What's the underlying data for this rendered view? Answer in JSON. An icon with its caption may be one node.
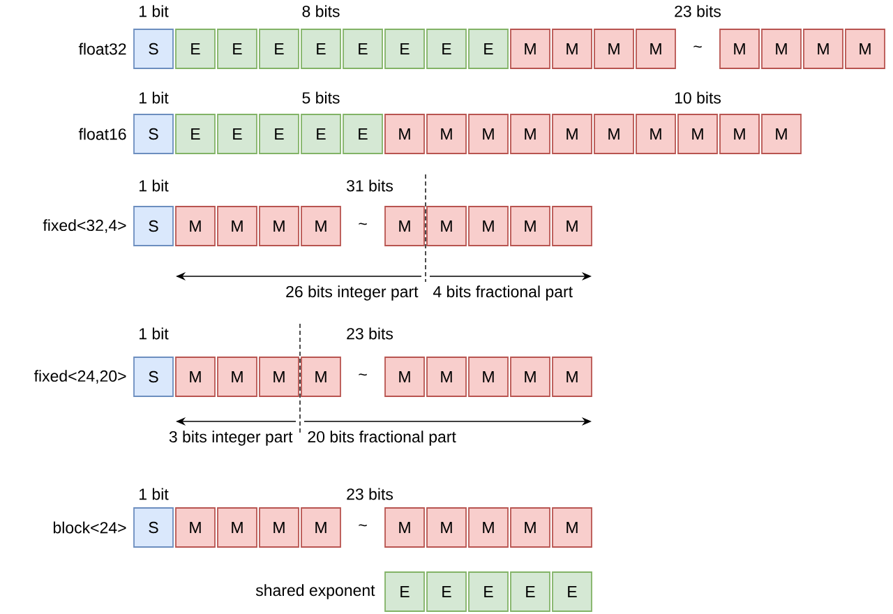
{
  "diagram": {
    "nodes": [
      {
        "text": [
          "S"
        ]
      },
      {
        "text": [
          "E"
        ]
      },
      {
        "text": [
          "E"
        ]
      },
      {
        "text": [
          "E"
        ]
      },
      {
        "text": [
          "E"
        ]
      },
      {
        "text": [
          "E"
        ]
      },
      {
        "text": [
          "E"
        ]
      },
      {
        "text": [
          "E"
        ]
      },
      {
        "text": [
          "E"
        ]
      },
      {
        "text": [
          "M"
        ]
      },
      {
        "text": [
          "M"
        ]
      },
      {
        "text": [
          "M"
        ]
      },
      {
        "text": [
          "M"
        ]
      },
      {
        "text": [
          "M"
        ]
      },
      {
        "text": [
          "M"
        ]
      },
      {
        "text": [
          "M"
        ]
      },
      {
        "text": [
          "M"
        ]
      },
      {
        "text": [
          "S"
        ]
      },
      {
        "text": [
          "E"
        ]
      },
      {
        "text": [
          "E"
        ]
      },
      {
        "text": [
          "E"
        ]
      },
      {
        "text": [
          "E"
        ]
      },
      {
        "text": [
          "E"
        ]
      },
      {
        "text": [
          "M"
        ]
      },
      {
        "text": [
          "M"
        ]
      },
      {
        "text": [
          "M"
        ]
      },
      {
        "text": [
          "M"
        ]
      },
      {
        "text": [
          "M"
        ]
      },
      {
        "text": [
          "M"
        ]
      },
      {
        "text": [
          "M"
        ]
      },
      {
        "text": [
          "M"
        ]
      },
      {
        "text": [
          "M"
        ]
      },
      {
        "text": [
          "M"
        ]
      },
      {
        "text": [
          "S"
        ]
      },
      {
        "text": [
          "M"
        ]
      },
      {
        "text": [
          "M"
        ]
      },
      {
        "text": [
          "M"
        ]
      },
      {
        "text": [
          "M"
        ]
      },
      {
        "text": [
          "M"
        ]
      },
      {
        "text": [
          "M"
        ]
      },
      {
        "text": [
          "M"
        ]
      },
      {
        "text": [
          "M"
        ]
      },
      {
        "text": [
          "M"
        ]
      },
      {
        "text": [
          "S"
        ]
      },
      {
        "text": [
          "M"
        ]
      },
      {
        "text": [
          "M"
        ]
      },
      {
        "text": [
          "M"
        ]
      },
      {
        "text": [
          "M"
        ]
      },
      {
        "text": [
          "M"
        ]
      },
      {
        "text": [
          "M"
        ]
      },
      {
        "text": [
          "M"
        ]
      },
      {
        "text": [
          "M"
        ]
      },
      {
        "text": [
          "M"
        ]
      },
      {
        "text": [
          "S"
        ]
      },
      {
        "text": [
          "M"
        ]
      },
      {
        "text": [
          "M"
        ]
      },
      {
        "text": [
          "M"
        ]
      },
      {
        "text": [
          "M"
        ]
      },
      {
        "text": [
          "M"
        ]
      },
      {
        "text": [
          "M"
        ]
      },
      {
        "text": [
          "M"
        ]
      },
      {
        "text": [
          "M"
        ]
      },
      {
        "text": [
          "M"
        ]
      },
      {
        "text": [
          "E"
        ]
      },
      {
        "text": [
          "E"
        ]
      },
      {
        "text": [
          "E"
        ]
      },
      {
        "text": [
          "E"
        ]
      },
      {
        "text": [
          "E"
        ]
      }
    ],
    "labels": [
      "1 bit",
      "8 bits",
      "23 bits",
      "float32",
      "~",
      "1 bit",
      "5 bits",
      "10 bits",
      "float16",
      "1 bit",
      "31 bits",
      "fixed<32,4>",
      "~",
      "26 bits integer part",
      "4 bits fractional part",
      "1 bit",
      "23 bits",
      "fixed<24,20>",
      "~",
      "3 bits integer part",
      "20 bits fractional part",
      "1 bit",
      "23 bits",
      "block<24>",
      "~",
      "shared exponent"
    ]
  }
}
